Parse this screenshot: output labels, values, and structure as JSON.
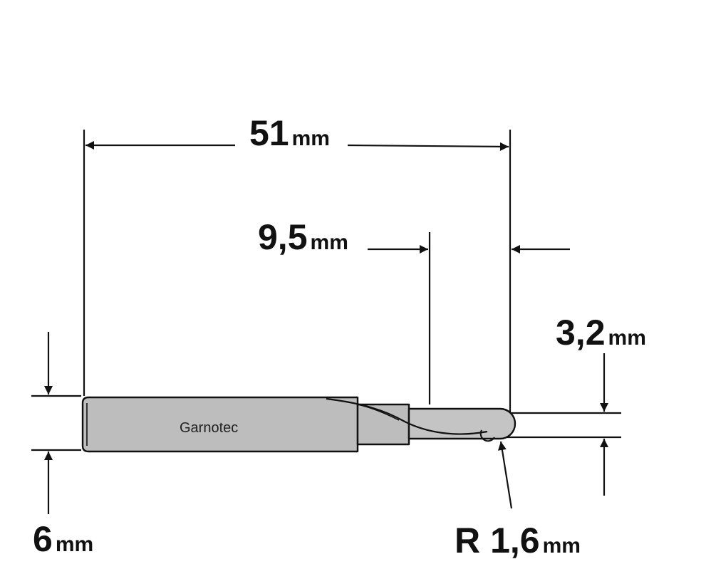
{
  "brand": "Garnotec",
  "dimensions": {
    "total_length": {
      "value": "51",
      "unit": "mm"
    },
    "cutting_length": {
      "value": "9,5",
      "unit": "mm"
    },
    "cutting_diameter": {
      "value": "3,2",
      "unit": "mm"
    },
    "shank_diameter": {
      "value": "6",
      "unit": "mm"
    },
    "radius": {
      "prefix": "R",
      "value": "1,6",
      "unit": "mm"
    }
  },
  "colors": {
    "line": "#111111",
    "body_fill": "#bdbdbd",
    "background": "#ffffff"
  }
}
